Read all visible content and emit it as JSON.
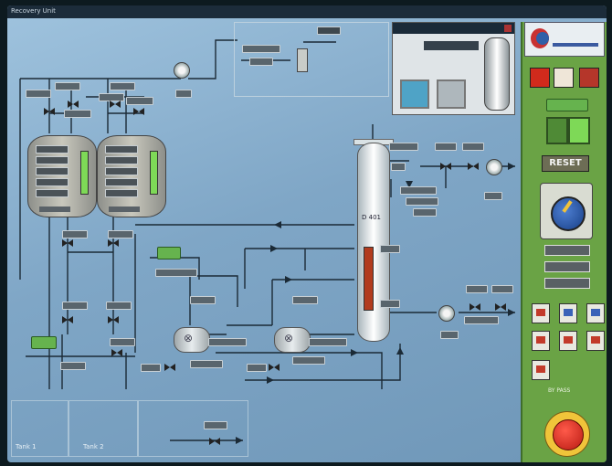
{
  "header": {
    "items": [
      "Recovery Unit",
      "",
      "",
      "",
      ""
    ]
  },
  "column": {
    "tag": "D 401"
  },
  "popup": {
    "title": "",
    "value": ""
  },
  "control_panel": {
    "reset_label": "RESET",
    "bypass_label": "BY PASS"
  },
  "footer": {
    "tab1": "Tank 1",
    "tab2": "Tank 2"
  },
  "colors": {
    "screen_bg": "#8fb4d2",
    "panel_green": "#6aa345",
    "level_green": "#7ed957",
    "level_red": "#b23b1e",
    "estop_red": "#d9261c",
    "estop_yellow": "#f0c43a"
  }
}
